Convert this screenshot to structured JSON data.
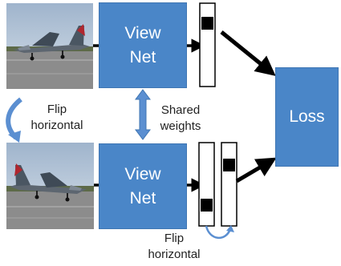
{
  "nodes": {
    "viewnet_top": {
      "line1": "View",
      "line2": "Net"
    },
    "viewnet_bottom": {
      "line1": "View",
      "line2": "Net"
    },
    "loss": {
      "label": "Loss"
    }
  },
  "labels": {
    "flip_left": {
      "line1": "Flip",
      "line2": "horizontal"
    },
    "shared_weights": {
      "line1": "Shared",
      "line2": "weights"
    },
    "flip_bottom": {
      "line1": "Flip",
      "line2": "horizontal"
    }
  },
  "colors": {
    "box_fill": "#4a86c8",
    "arrow_blue": "#5b8fd1",
    "arrow_black": "#000000",
    "bar_marker": "#000000"
  },
  "images": {
    "top_photo": {
      "subject": "fighter-jet-photo"
    },
    "bottom_photo": {
      "subject": "fighter-jet-photo-flipped"
    }
  }
}
